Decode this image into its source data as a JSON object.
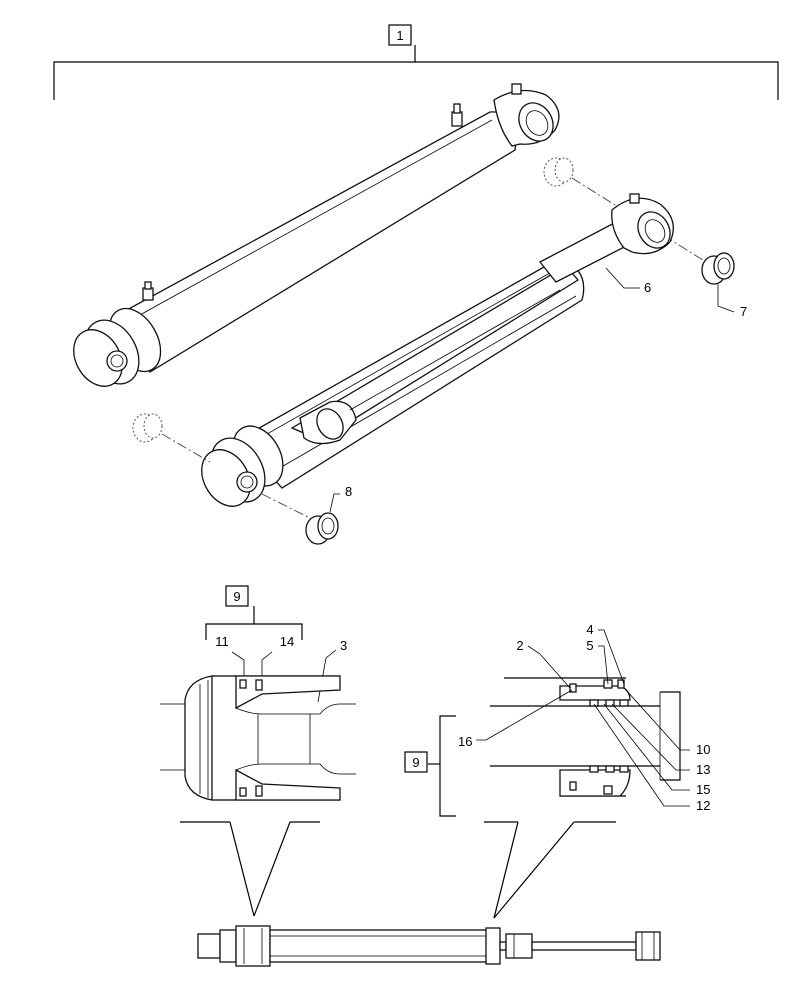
{
  "callouts": {
    "assembly": "1",
    "kit_top": "9",
    "kit_right": "9",
    "p2": "2",
    "p3": "3",
    "p4": "4",
    "p5": "5",
    "p6": "6",
    "p7": "7",
    "p8": "8",
    "p10": "10",
    "p11": "11",
    "p12": "12",
    "p13": "13",
    "p14": "14",
    "p15": "15",
    "p16": "16"
  }
}
